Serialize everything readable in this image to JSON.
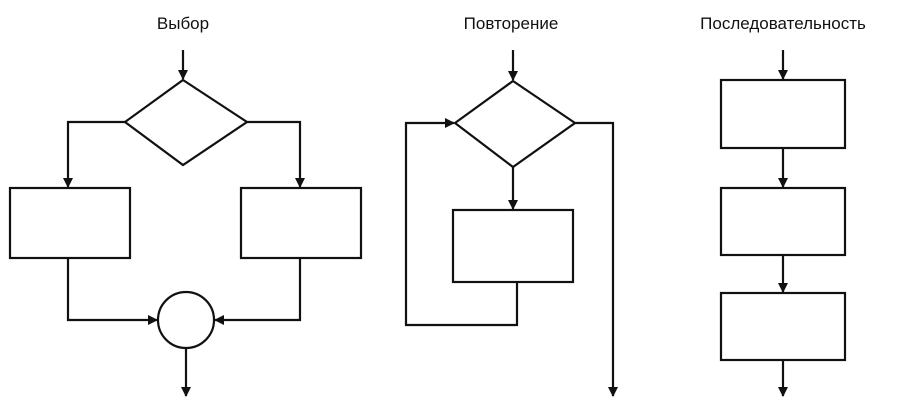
{
  "titles": {
    "choice": "Выбор",
    "repetition": "Повторение",
    "sequence": "Последовательность"
  },
  "colors": {
    "stroke": "#111111",
    "background": "#ffffff"
  }
}
